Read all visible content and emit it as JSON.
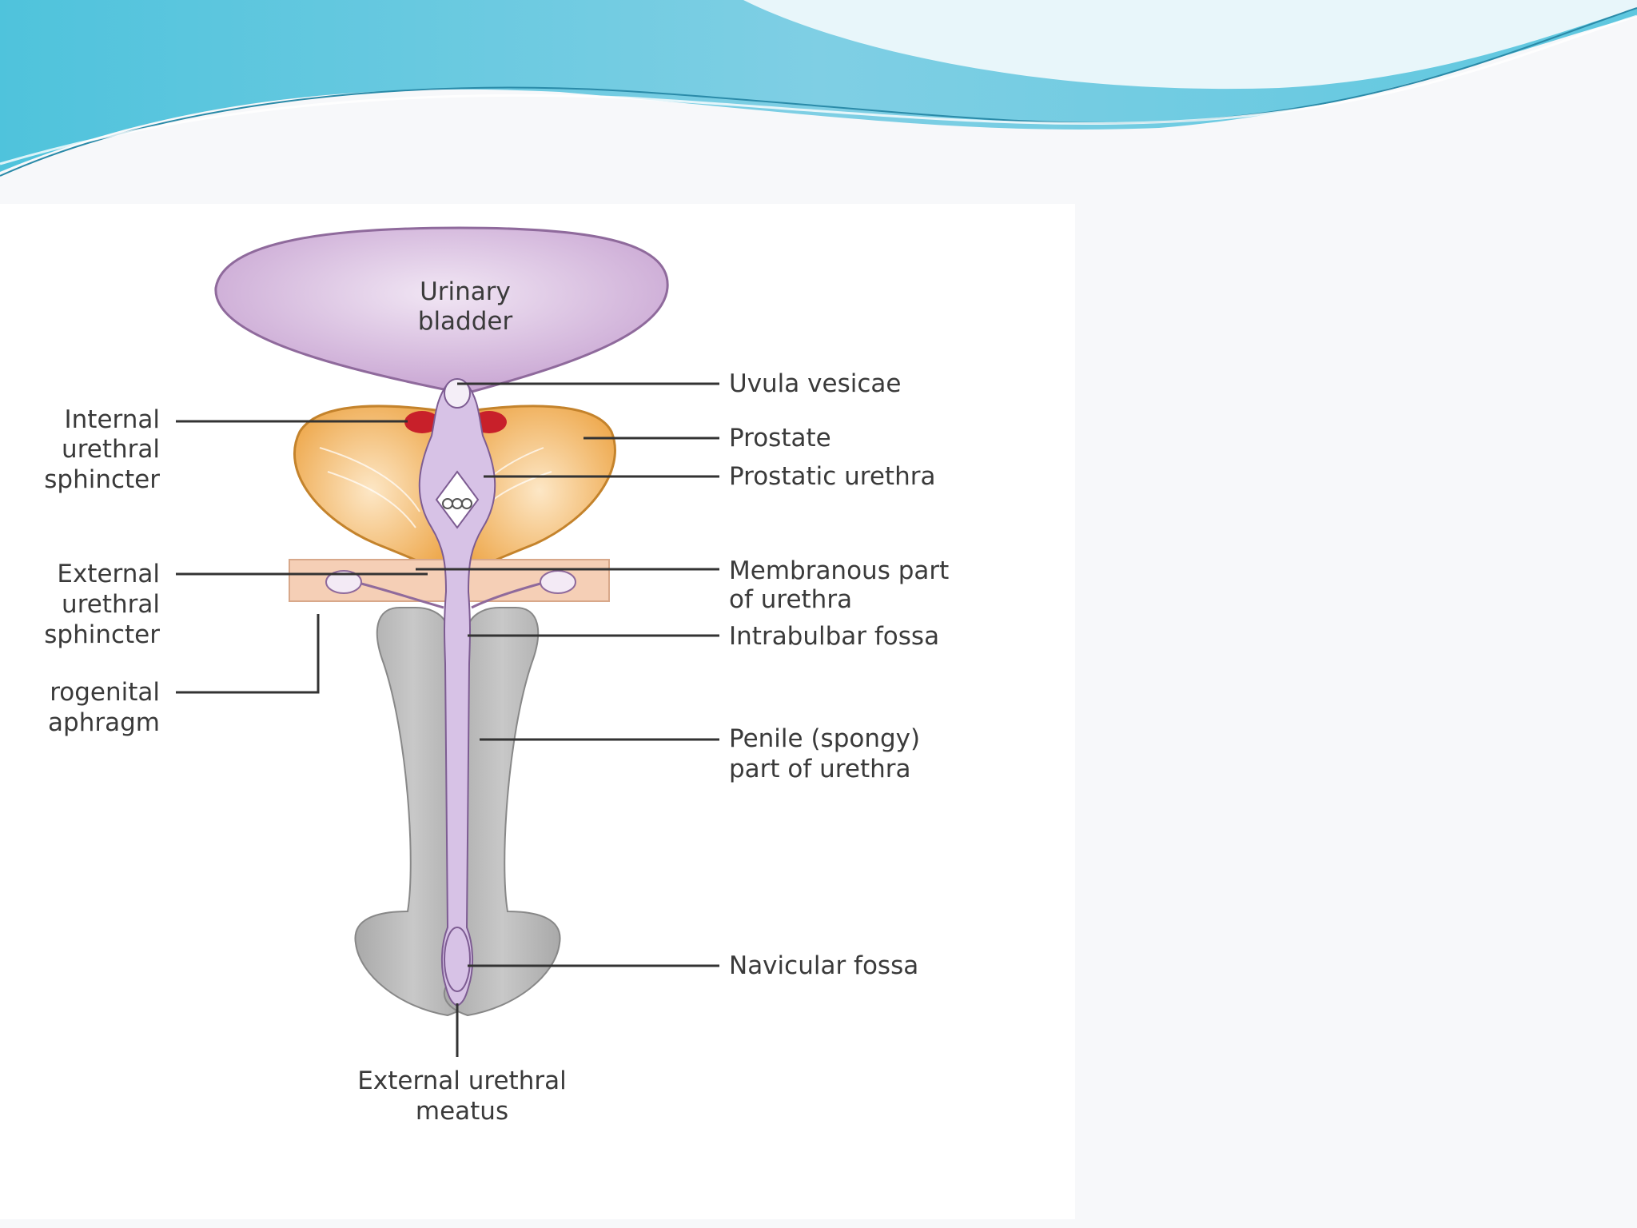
{
  "diagram": {
    "labels": {
      "urinary_bladder": [
        "Urinary",
        "bladder"
      ],
      "uvula_vesicae": "Uvula vesicae",
      "prostate": "Prostate",
      "prostatic_urethra": "Prostatic urethra",
      "membranous_part": [
        "Membranous part",
        "of urethra"
      ],
      "intrabulbar_fossa": "Intrabulbar fossa",
      "penile_part": [
        "Penile (spongy)",
        "part of urethra"
      ],
      "navicular_fossa": "Navicular fossa",
      "external_meatus": [
        "External urethral",
        "meatus"
      ],
      "internal_sphincter": [
        "Internal",
        "urethral",
        "sphincter"
      ],
      "external_sphincter": [
        "External",
        "urethral",
        "sphincter"
      ],
      "urogenital_diaphragm": [
        "rogenital",
        "aphragm"
      ]
    }
  },
  "colors": {
    "bladder": "#d8bde0",
    "prostate": "#f0b45e",
    "sphincter": "#c8202a",
    "erectile_tissue": "#b4b4b4",
    "urethra": "#c9b2dc",
    "diaphragm_band": "#f5cfb6",
    "header_accent": "#5ec7df"
  }
}
